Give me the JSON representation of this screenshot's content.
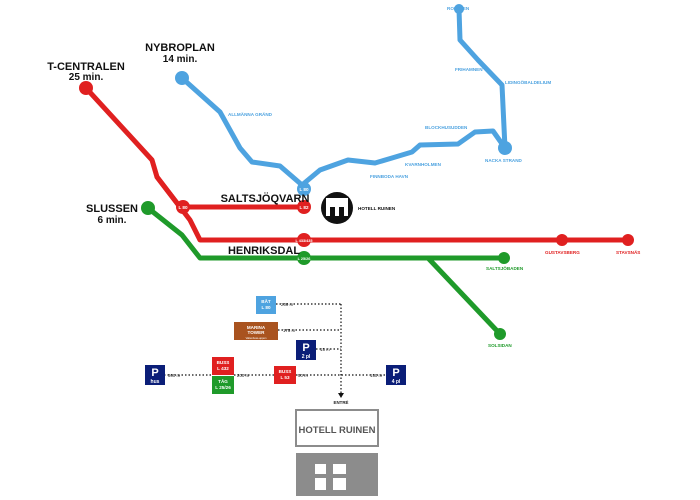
{
  "colors": {
    "red": "#e02020",
    "green": "#1f9a2a",
    "blue": "#4ea3e0",
    "navy": "#0b1e78",
    "brown": "#a9531f",
    "building_dark": "#8c8c8c"
  },
  "places": {
    "tcentralen": {
      "name": "T-CENTRALEN",
      "time": "25 min."
    },
    "nybroplan": {
      "name": "NYBROPLAN",
      "time": "14 min."
    },
    "slussen": {
      "name": "SLUSSEN",
      "time": "6 min."
    },
    "saltsjoqvarn": "SALTSJÖQVARN",
    "henriksdal": "HENRIKSDAL",
    "hotell_small": "HOTELL RUINEN"
  },
  "stations": {
    "ropsten": "ROPSTEN",
    "frihamnen": "FRIHAMNEN",
    "lidingobadet": "LIDINGÖBALDELIUM",
    "allmanna_grand": "ALLMÄNNA GRÄND",
    "blockhusudden": "BLOCKHUSUDDEN",
    "kvarnholmen": "KVARNHOLMEN",
    "finnboda": "FINNBODA HAVN",
    "nacka_strand": "NACKA STRAND",
    "gustavsberg": "GUSTAVSBERG",
    "stavsnas": "STAVSNÄS",
    "saltsjobaden": "SALTSJÖBADEN",
    "solsidan": "SOLSIDAN"
  },
  "line_badges": {
    "l80_blue": "L 80",
    "l80_red": "L 80",
    "l82": "L 82",
    "l433_435": "L 433/435",
    "l25_26": "L 25/26"
  },
  "legend": {
    "bat": {
      "line1": "BÅT",
      "line2": "L 80",
      "dist": "200 m"
    },
    "marina": {
      "line1": "MARINA",
      "line2": "TOWER",
      "sub": "Vattenbuss-appen",
      "dist": "175 m"
    },
    "p_2pl": {
      "icon": "P",
      "label": "2 pl",
      "dist": "15 m"
    },
    "buss_left": {
      "line1": "BUSS",
      "line2": "L 432"
    },
    "tag": {
      "line1": "TÅG",
      "line2": "L 25/26"
    },
    "p_hus": {
      "icon": "P",
      "label": "hus",
      "dist": "300 m"
    },
    "buss_right": {
      "line1": "BUSS",
      "line2": "L 53",
      "dist": "50 m"
    },
    "p_4pl": {
      "icon": "P",
      "label": "4 pl",
      "dist": "150 m"
    },
    "dist_tag_buss": "200 m",
    "entre": "ENTRÉ"
  },
  "hotel_sign": "HOTELL RUINEN"
}
